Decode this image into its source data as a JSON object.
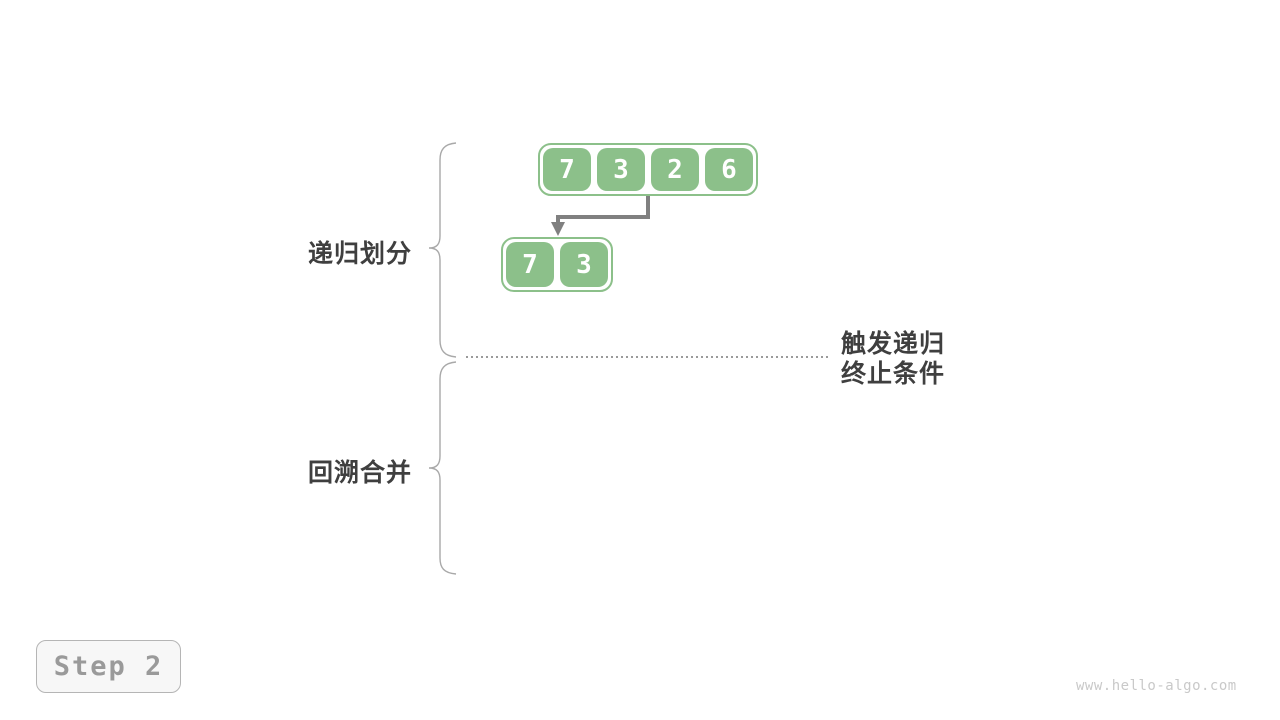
{
  "colors": {
    "background": "#ffffff",
    "cell_green": "#8cc08a",
    "cell_text": "#ffffff",
    "arrow_gray": "#808080",
    "brace_gray": "#a9a9a9",
    "dotted_gray": "#787878",
    "label_dark": "#3f3f3f",
    "step_bg": "#f7f7f7",
    "step_border": "#b5b5b5",
    "step_text": "#9a9a9a",
    "watermark_gray": "#c9c9c9"
  },
  "diagram": {
    "phase_labels": {
      "divide": "递归划分",
      "merge": "回溯合并"
    },
    "annotation": {
      "line1": "触发递归",
      "line2": "终止条件"
    },
    "top_array": {
      "values": [
        "7",
        "3",
        "2",
        "6"
      ]
    },
    "sub_array": {
      "values": [
        "7",
        "3"
      ]
    }
  },
  "footer": {
    "step_label": "Step 2",
    "watermark": "www.hello-algo.com"
  }
}
